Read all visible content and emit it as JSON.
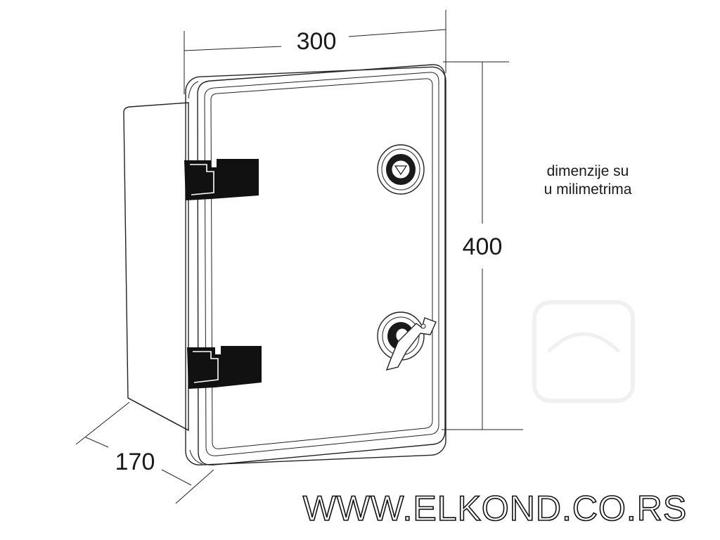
{
  "dimensions": {
    "width": "300",
    "height": "400",
    "depth": "170"
  },
  "note": {
    "line1": "dimenzije su",
    "line2": "u milimetrima"
  },
  "watermark": {
    "text": "WWW.ELKOND.CO.RS"
  },
  "colors": {
    "line": "#222222",
    "hinge": "#111111",
    "background": "#ffffff"
  },
  "icons": {
    "indicator": "triangle-down-icon",
    "lock": "key-lock-icon"
  }
}
